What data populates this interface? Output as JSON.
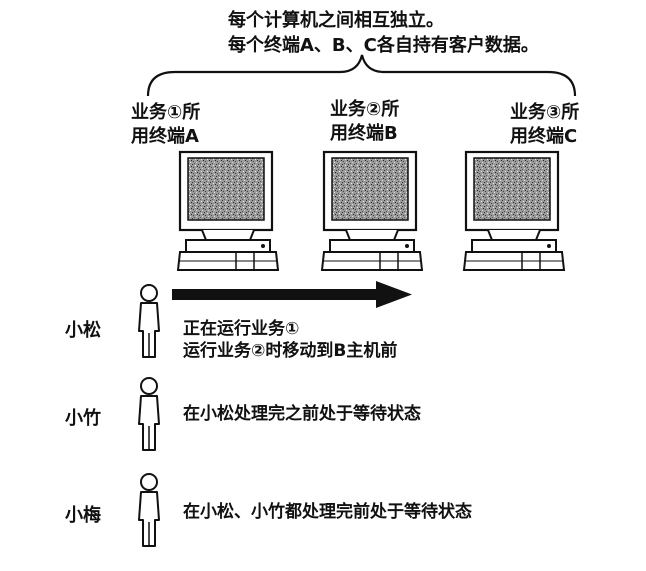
{
  "header": {
    "line1": "每个计算机之间相互独立。",
    "line2": "每个终端A、B、C各自持有客户数据。"
  },
  "terminals": [
    {
      "line1": "业务①所",
      "line2": "用终端A"
    },
    {
      "line1": "业务②所",
      "line2": "用终端B"
    },
    {
      "line1": "业务③所",
      "line2": "用终端C"
    }
  ],
  "people": [
    {
      "name": "小松",
      "desc_line1": "正在运行业务①",
      "desc_line2": "运行业务②时移动到B主机前"
    },
    {
      "name": "小竹",
      "desc_line1": "在小松处理完之前处于等待状态"
    },
    {
      "name": "小梅",
      "desc_line1": "在小松、小竹都处理完前处于等待状态"
    }
  ]
}
